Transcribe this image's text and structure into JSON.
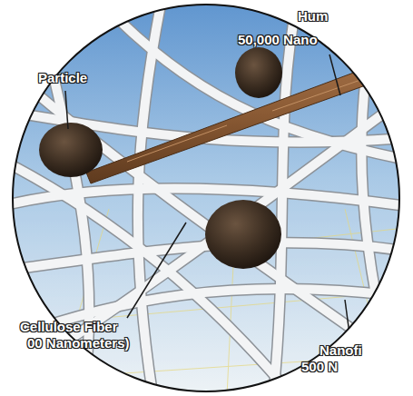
{
  "diagram": {
    "labels": [
      "Particle",
      "Hum",
      "50,000 Nano",
      "Cellulose Fiber",
      "00 Nanometers)",
      "Nanofi",
      "500 N"
    ]
  }
}
